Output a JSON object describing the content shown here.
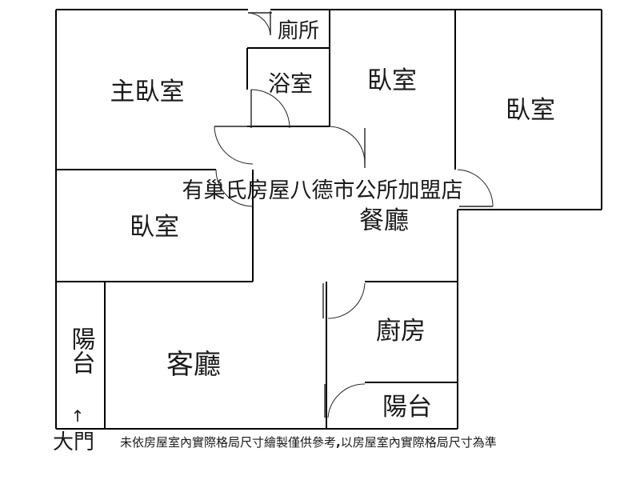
{
  "rooms": {
    "master_bedroom": "主臥室",
    "toilet": "廁所",
    "bathroom": "浴室",
    "bedroom_top": "臥室",
    "bedroom_right": "臥室",
    "bedroom_left": "臥室",
    "dining_room": "餐廳",
    "kitchen": "廚房",
    "balcony_right": "陽台",
    "living_room": "客廳",
    "balcony_left": "陽台"
  },
  "watermark": "有巢氏房屋八德市公所加盟店",
  "entrance": {
    "arrow": "↑",
    "label": "大門"
  },
  "disclaimer": {
    "part1": "未依房屋室內實際格局尺寸繪製僅供參考",
    "separator": ",",
    "part2": "以房屋室內實際格局尺寸為準"
  }
}
